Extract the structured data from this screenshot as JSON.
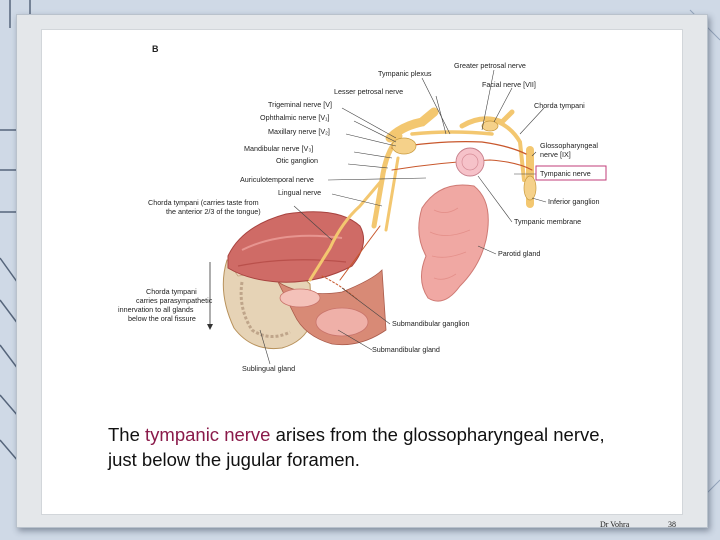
{
  "figure": {
    "panel_letter": "B",
    "labels": {
      "tympanic_plexus": "Tympanic plexus",
      "greater_petrosal": "Greater petrosal nerve",
      "facial_nerve": "Facial nerve [VII]",
      "lesser_petrosal": "Lesser petrosal nerve",
      "chorda_tympani_top": "Chorda tympani",
      "trigeminal": "Trigeminal nerve [V]",
      "ophthalmic": "Ophthalmic nerve [V₁]",
      "maxillary": "Maxillary nerve [V₂]",
      "mandibular": "Mandibular nerve [V₃]",
      "otic_ganglion": "Otic ganglion",
      "glossopharyngeal_1": "Glossopharyngeal",
      "glossopharyngeal_2": "nerve [IX]",
      "tympanic_nerve": "Tympanic nerve",
      "auriculotemporal": "Auriculotemporal nerve",
      "lingual": "Lingual nerve",
      "inferior_ganglion": "Inferior ganglion",
      "chorda_taste_1": "Chorda tympani (carries taste from",
      "chorda_taste_2": "the anterior 2/3 of the tongue)",
      "tympanic_membrane": "Tympanic membrane",
      "parotid_gland": "Parotid gland",
      "chorda_para_1": "Chorda tympani",
      "chorda_para_2": "carries parasympathetic",
      "chorda_para_3": "innervation to all glands",
      "chorda_para_4": "below the oral fissure",
      "submandibular_ganglion": "Submandibular ganglion",
      "submandibular_gland": "Submandibular gland",
      "sublingual_gland": "Sublingual gland"
    }
  },
  "caption": {
    "highlight": "tympanic nerve",
    "before": "The ",
    "after": " arises from the glossopharyngeal nerve, just below the jugular foramen."
  },
  "footer": {
    "author": "Dr Vohra",
    "page_number": "38"
  },
  "colors": {
    "highlight": "#8a1a4a",
    "nerve": "#f3c770",
    "gland": "#f0a8a3",
    "tongue": "#cf6b66",
    "label_box": "#c23d78"
  }
}
